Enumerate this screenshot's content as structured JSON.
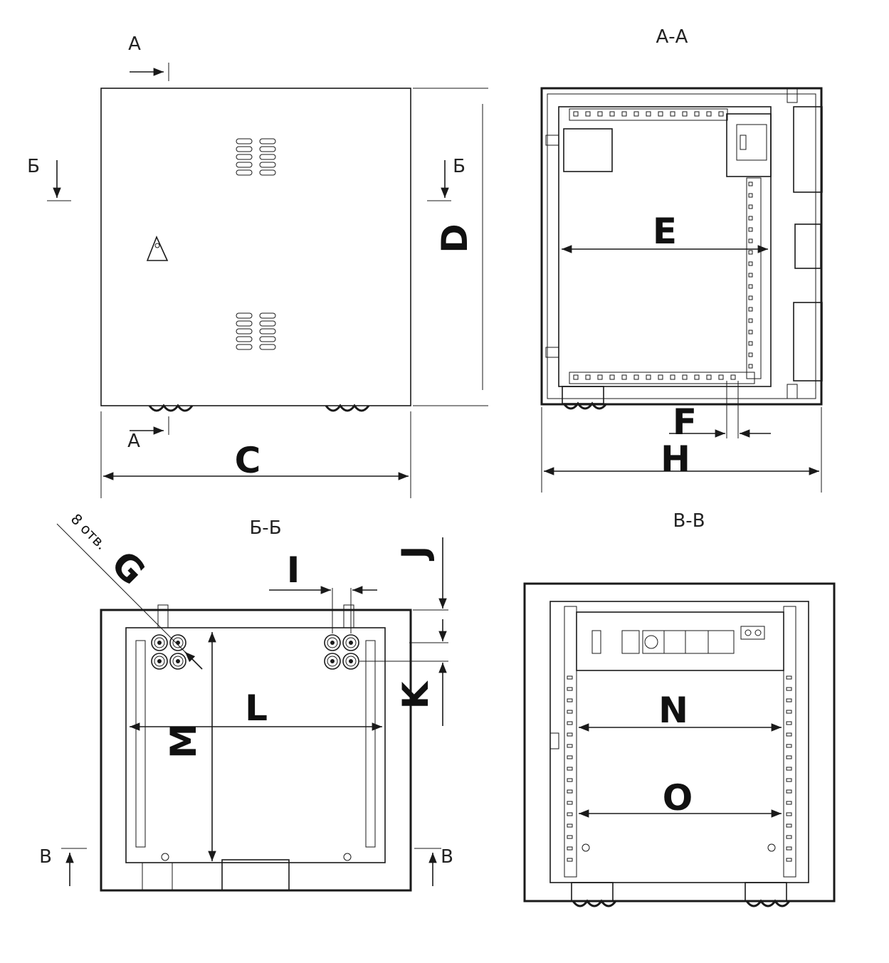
{
  "views": {
    "aa_title": "А-А",
    "bb_title": "Б-Б",
    "vv_title": "В-В"
  },
  "markers": {
    "a_top": "А",
    "a_bottom": "А",
    "b_left": "Б",
    "b_right": "Б",
    "v_left": "В",
    "v_right": "В"
  },
  "dimensions": {
    "C": "C",
    "D": "D",
    "E": "E",
    "F": "F",
    "G": "G",
    "H": "H",
    "I": "I",
    "J": "J",
    "K": "K",
    "L": "L",
    "M": "M",
    "N": "N",
    "O": "O"
  },
  "notes": {
    "holes": "8 отв."
  }
}
